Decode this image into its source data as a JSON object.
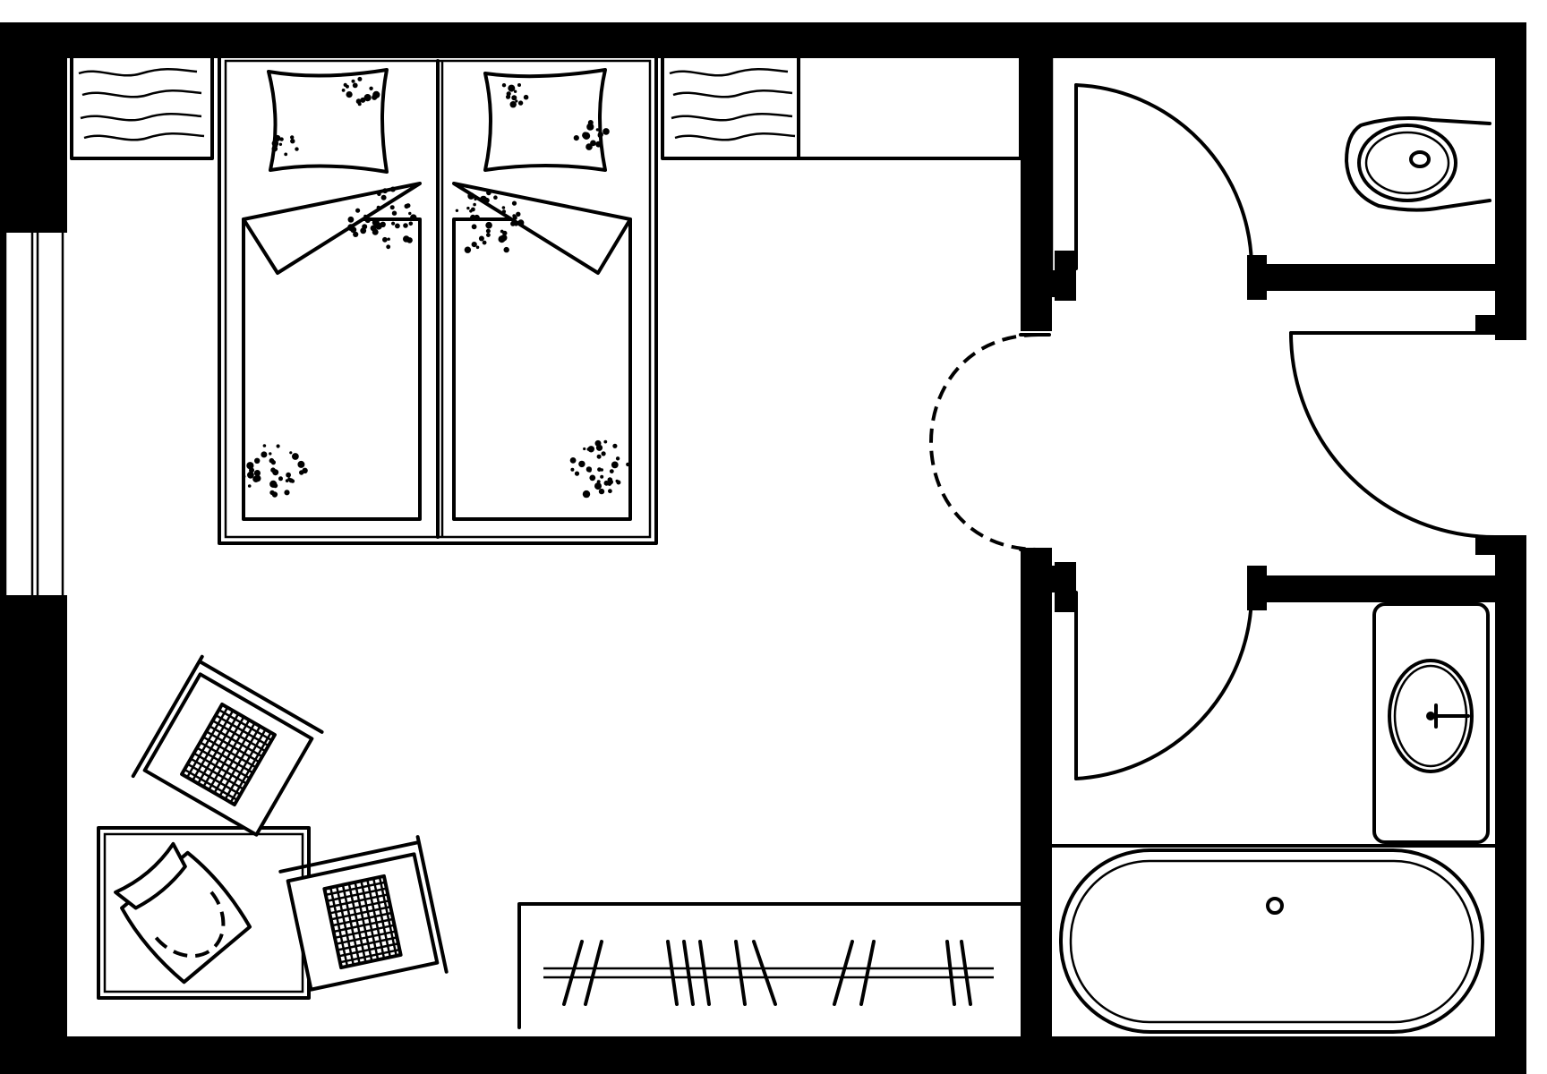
{
  "plan": {
    "rooms": [
      "bedroom",
      "hallway",
      "toilet",
      "bathroom"
    ],
    "furniture": [
      "double-bed",
      "pillow",
      "duvet",
      "nightstand",
      "desk",
      "desk-chair",
      "lounge-chair",
      "wardrobe",
      "clothes-hanger",
      "toilet-bowl",
      "washbasin",
      "bathtub"
    ],
    "openings": [
      "window",
      "door-toilet",
      "door-bathroom",
      "door-hall",
      "door-bedroom"
    ],
    "colors": {
      "wall": "#000000",
      "floor": "#ffffff",
      "line": "#000000"
    }
  }
}
